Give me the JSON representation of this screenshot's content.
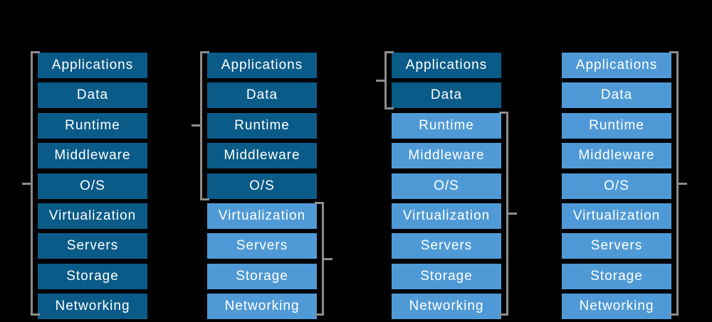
{
  "canvas": {
    "background": "#000000"
  },
  "colors": {
    "self_managed": "#0b5b88",
    "provider_managed": "#4f9ad6",
    "bracket": "#8c8c8c",
    "box_text": "#ffffff"
  },
  "layers": [
    "Applications",
    "Data",
    "Runtime",
    "Middleware",
    "O/S",
    "Virtualization",
    "Servers",
    "Storage",
    "Networking"
  ],
  "columns": [
    {
      "id": "column-1",
      "self_managed_layers": 9,
      "brackets": [
        {
          "side": "left",
          "from_layer": 0,
          "to_layer": 8
        }
      ]
    },
    {
      "id": "column-2",
      "self_managed_layers": 5,
      "brackets": [
        {
          "side": "left",
          "from_layer": 0,
          "to_layer": 4
        },
        {
          "side": "right",
          "from_layer": 5,
          "to_layer": 8
        }
      ]
    },
    {
      "id": "column-3",
      "self_managed_layers": 2,
      "brackets": [
        {
          "side": "left",
          "from_layer": 0,
          "to_layer": 1
        },
        {
          "side": "right",
          "from_layer": 2,
          "to_layer": 8
        }
      ]
    },
    {
      "id": "column-4",
      "self_managed_layers": 0,
      "brackets": [
        {
          "side": "right",
          "from_layer": 0,
          "to_layer": 8
        }
      ]
    }
  ]
}
